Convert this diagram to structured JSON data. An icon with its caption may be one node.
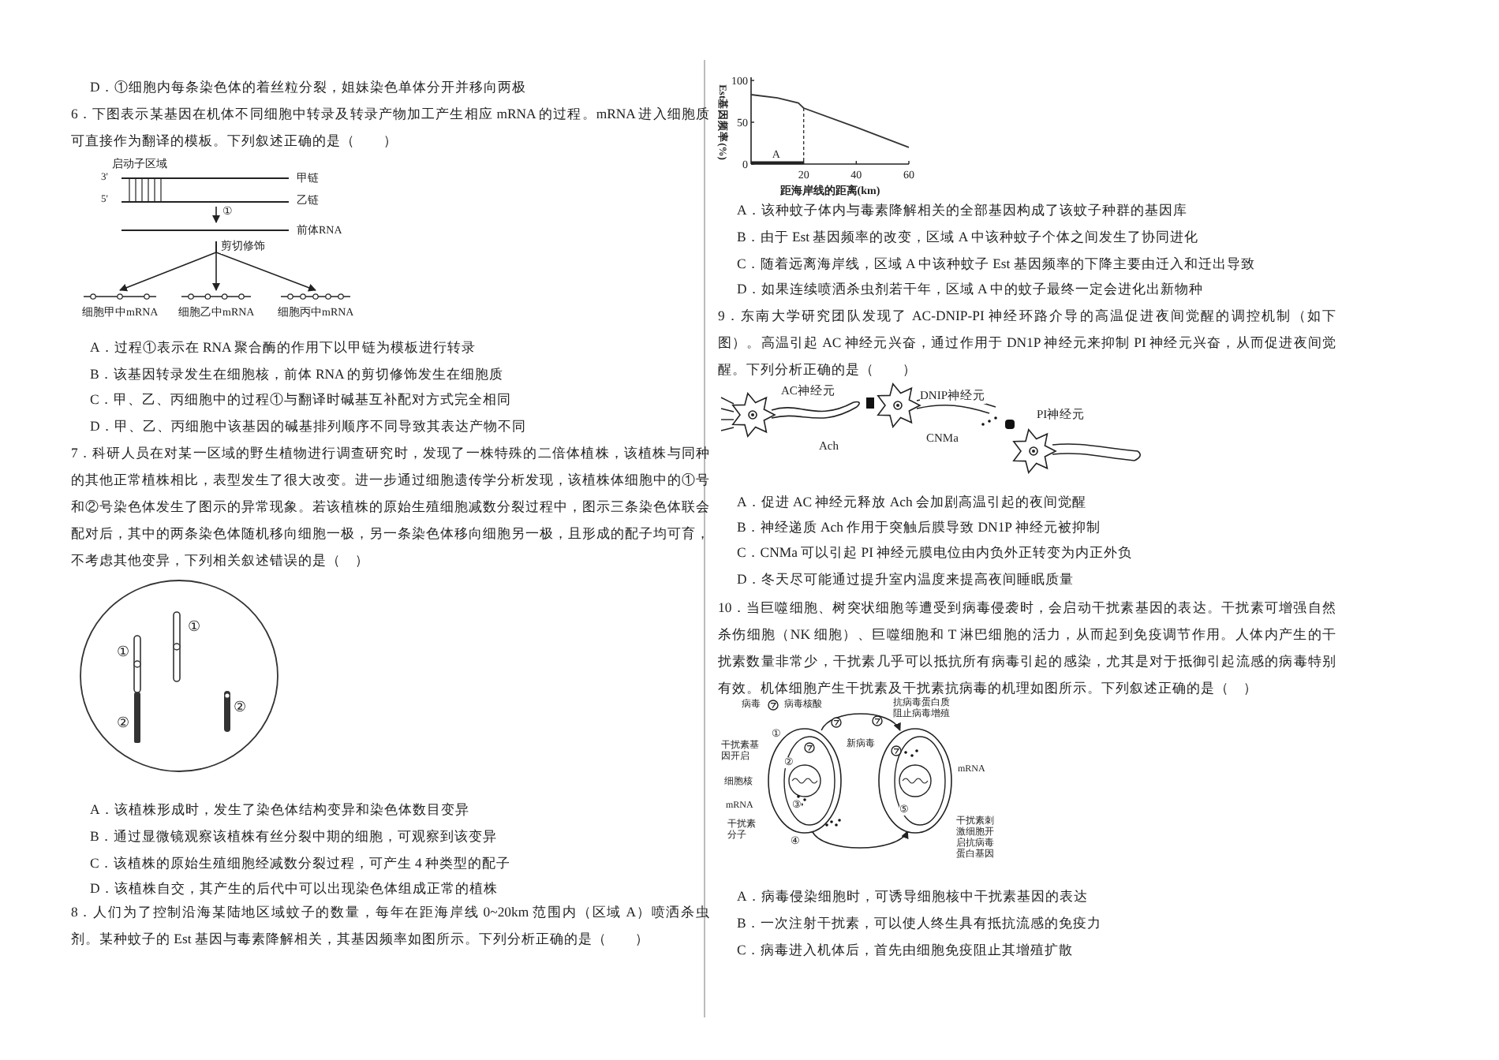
{
  "diagram": {
    "nodes": [
      {
        "text": [
          "启动子区域",
          "3'",
          "5'",
          "甲链",
          "乙链"
        ]
      },
      {
        "text": [
          "前体RNA"
        ]
      },
      {
        "text": [
          "细胞甲中mRNA"
        ]
      },
      {
        "text": [
          "细胞乙中mRNA"
        ]
      },
      {
        "text": [
          "细胞丙中mRNA"
        ]
      },
      {
        "text": [
          "①",
          "①",
          "②",
          "②"
        ]
      },
      {
        "text": [
          "AC神经元"
        ],
        "beside": [
          "Ach"
        ]
      },
      {
        "text": [
          "DNIP神经元"
        ],
        "beside": [
          "CNMa"
        ]
      },
      {
        "text": [
          "PI神经元"
        ]
      },
      {
        "text": [
          "①",
          "②",
          "③"
        ],
        "beside": [
          "干扰素基因开启",
          "细胞核",
          "mRNA",
          "干扰素分子"
        ]
      },
      {
        "text": [
          "⑤"
        ],
        "beside": [
          "抗病毒蛋白质阻止病毒增殖",
          "mRNA",
          "干扰素刺激细胞开启抗病毒蛋白基因"
        ]
      }
    ],
    "edges": [
      {
        "from": 0,
        "to": 1,
        "arrow": "to",
        "label": "①"
      },
      {
        "from": 1,
        "to": 2,
        "arrow": "to"
      },
      {
        "from": 1,
        "to": 3,
        "arrow": "to",
        "label": "剪切修饰"
      },
      {
        "from": 1,
        "to": 4,
        "arrow": "to"
      },
      {
        "from": 9,
        "to": 10,
        "arrow": "to",
        "label": "新病毒"
      },
      {
        "from": 9,
        "to": 10,
        "arrow": "to",
        "label": "④"
      }
    ],
    "labels": [
      "D．①细胞内每条染色体的着丝粒分裂，姐妹染色单体分开并移向两极",
      "6．下图表示某基因在机体不同细胞中转录及转录产物加工产生相应 mRNA 的过程。mRNA 进入细胞质可直接作为翻译的模板。下列叙述正确的是（　　）",
      "A．过程①表示在 RNA 聚合酶的作用下以甲链为模板进行转录",
      "B．该基因转录发生在细胞核，前体 RNA 的剪切修饰发生在细胞质",
      "C．甲、乙、丙细胞中的过程①与翻译时碱基互补配对方式完全相同",
      "D．甲、乙、丙细胞中该基因的碱基排列顺序不同导致其表达产物不同",
      "7．科研人员在对某一区域的野生植物进行调查研究时，发现了一株特殊的二倍体植株，该植株与同种的其他正常植株相比，表型发生了很大改变。进一步通过细胞遗传学分析发现，该植株体细胞中的①号和②号染色体发生了图示的异常现象。若该植株的原始生殖细胞减数分裂过程中，图示三条染色体联会配对后，其中的两条染色体随机移向细胞一极，另一条染色体移向细胞另一极，且形成的配子均可育，不考虑其他变异，下列相关叙述错误的是（　）",
      "A．该植株形成时，发生了染色体结构变异和染色体数目变异",
      "B．通过显微镜观察该植株有丝分裂中期的细胞，可观察到该变异",
      "C．该植株的原始生殖细胞经减数分裂过程，可产生 4 种类型的配子",
      "D．该植株自交，其产生的后代中可以出现染色体组成正常的植株",
      "8．人们为了控制沿海某陆地区域蚊子的数量，每年在距海岸线 0~20km 范围内（区域 A）喷洒杀虫剂。某种蚊子的 Est 基因与毒素降解相关，其基因频率如图所示。下列分析正确的是（　　）",
      "A．该种蚊子体内与毒素降解相关的全部基因构成了该蚊子种群的基因库",
      "B．由于 Est 基因频率的改变，区域 A 中该种蚊子个体之间发生了协同进化",
      "C．随着远离海岸线，区域 A 中该种蚊子 Est 基因频率的下降主要由迁入和迁出导致",
      "D．如果连续喷洒杀虫剂若干年，区域 A 中的蚊子最终一定会进化出新物种",
      "9．东南大学研究团队发现了 AC-DNIP-PI 神经环路介导的高温促进夜间觉醒的调控机制（如下图）。高温引起 AC 神经元兴奋，通过作用于 DN1P 神经元来抑制 PI 神经元兴奋，从而促进夜间觉醒。下列分析正确的是（　　）",
      "A．促进 AC 神经元释放 Ach 会加剧高温引起的夜间觉醒",
      "B．神经递质 Ach 作用于突触后膜导致 DN1P 神经元被抑制",
      "C．CNMa 可以引起 PI 神经元膜电位由内负外正转变为内正外负",
      "D．冬天尽可能通过提升室内温度来提高夜间睡眠质量",
      "10．当巨噬细胞、树突状细胞等遭受到病毒侵袭时，会启动干扰素基因的表达。干扰素可增强自然杀伤细胞（NK 细胞）、巨噬细胞和 T 淋巴细胞的活力，从而起到免疫调节作用。人体内产生的干扰素数量非常少，干扰素几乎可以抵抗所有病毒引起的感染，尤其是对于抵御引起流感的病毒特别有效。机体细胞产生干扰素及干扰素抗病毒的机理如图所示。下列叙述正确的是（　）",
      "病毒",
      "病毒核酸",
      "A．病毒侵染细胞时，可诱导细胞核中干扰素基因的表达",
      "B．一次注射干扰素，可以使人终生具有抵抗流感的免疫力",
      "C．病毒进入机体后，首先由细胞免疫阻止其增殖扩散"
    ],
    "chart_data": {
      "type": "line",
      "xlabel": "距海岸线的距离(km)",
      "ylabel": "Est基因频率(%)",
      "x": [
        0,
        10,
        18,
        20,
        40,
        60
      ],
      "series": [
        {
          "values": [
            83,
            79,
            73,
            67,
            44,
            20
          ]
        }
      ],
      "xlim": [
        0,
        60
      ],
      "ylim": [
        0,
        100
      ],
      "xticks": [
        20,
        40,
        60
      ],
      "yticks": [
        0,
        50,
        100
      ],
      "annotations": [
        "A"
      ]
    }
  }
}
